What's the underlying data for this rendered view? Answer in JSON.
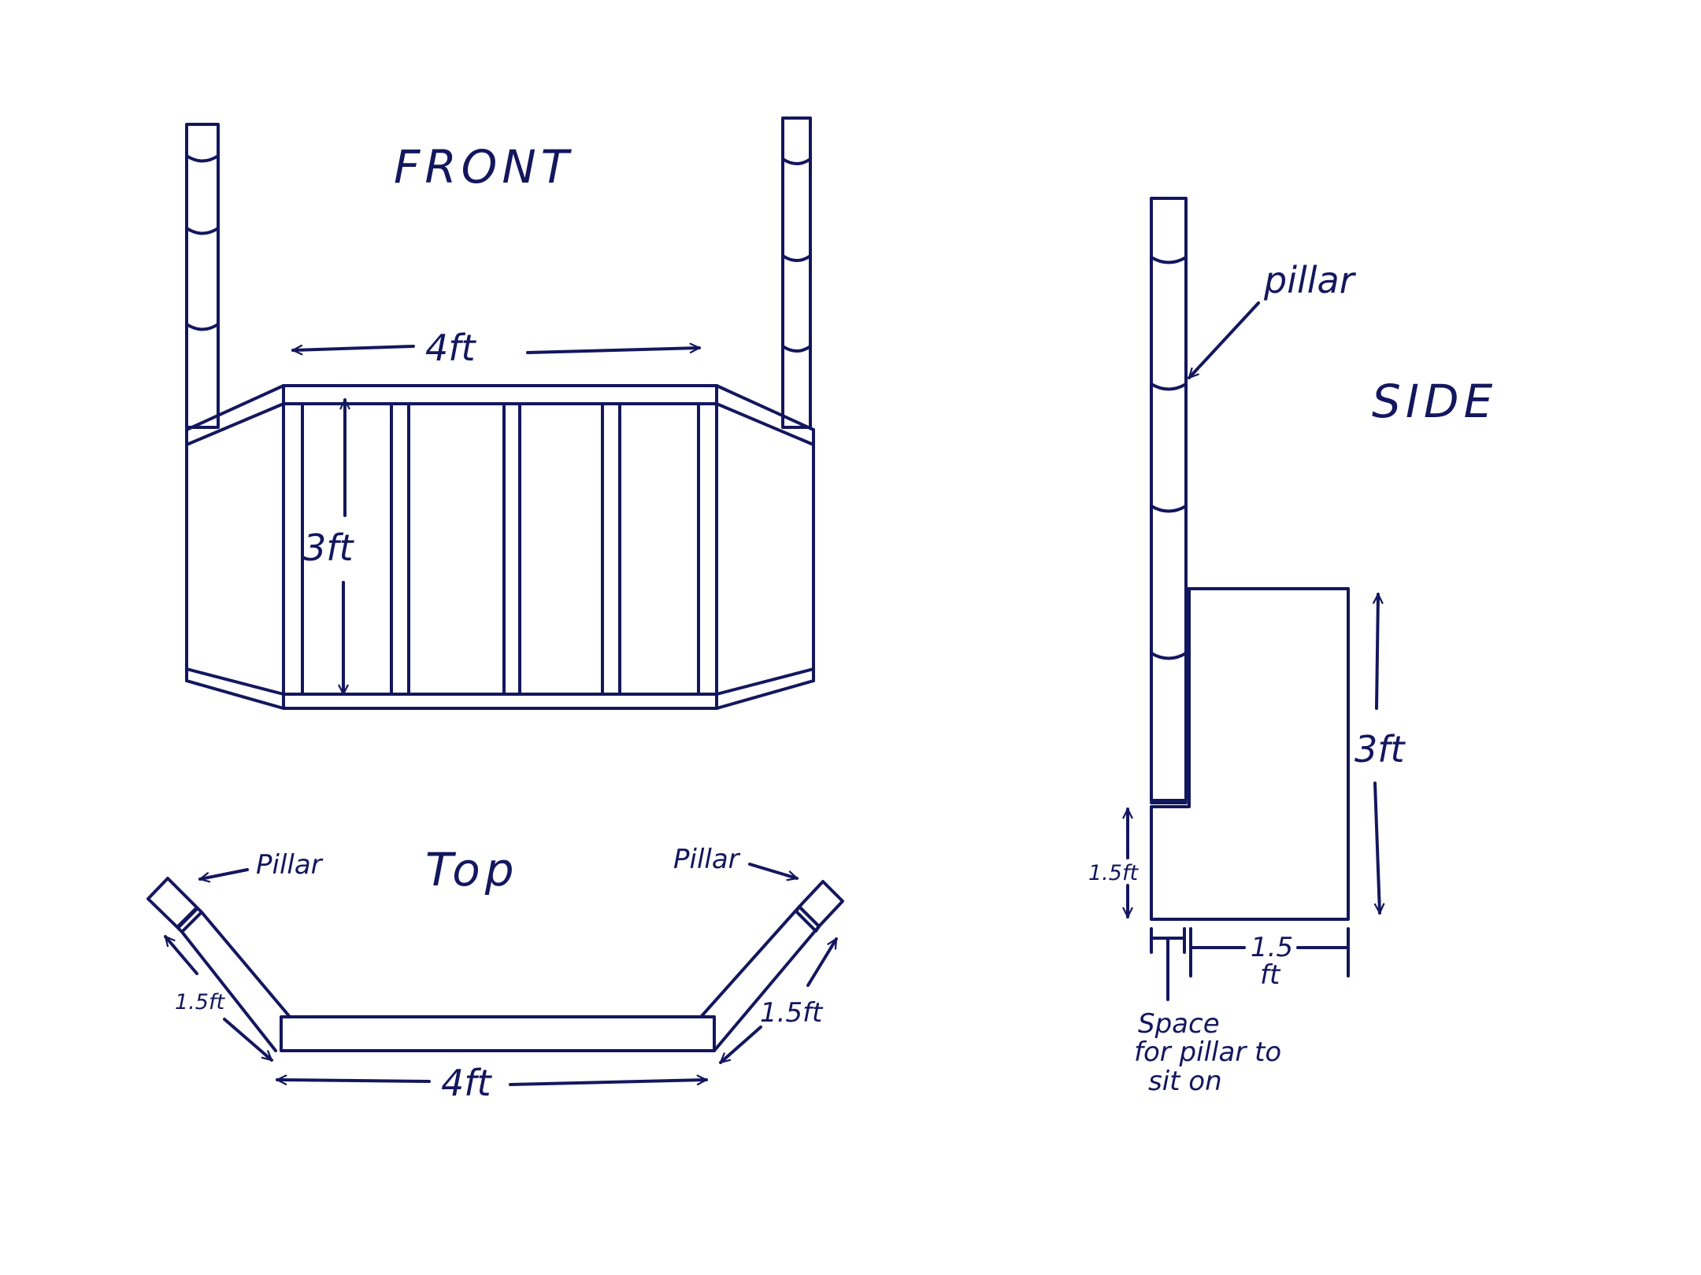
{
  "colors": {
    "ink": "#13175e",
    "background": "#ffffff"
  },
  "views": {
    "front": {
      "title": "FRONT",
      "width_label": "4ft",
      "height_label": "3ft"
    },
    "top": {
      "title": "Top",
      "left_pillar_label": "Pillar",
      "right_pillar_label": "Pillar",
      "left_arm_label": "1.5ft",
      "right_arm_label": "1.5ft",
      "bottom_width_label": "4ft"
    },
    "side": {
      "title": "SIDE",
      "pillar_label": "pillar",
      "height_label": "3ft",
      "base_height_label": "1.5ft",
      "depth_label_line1": "1.5",
      "depth_label_line2": "ft",
      "note_line1": "Space",
      "note_line2": "for pillar to",
      "note_line3": "sit on"
    }
  }
}
